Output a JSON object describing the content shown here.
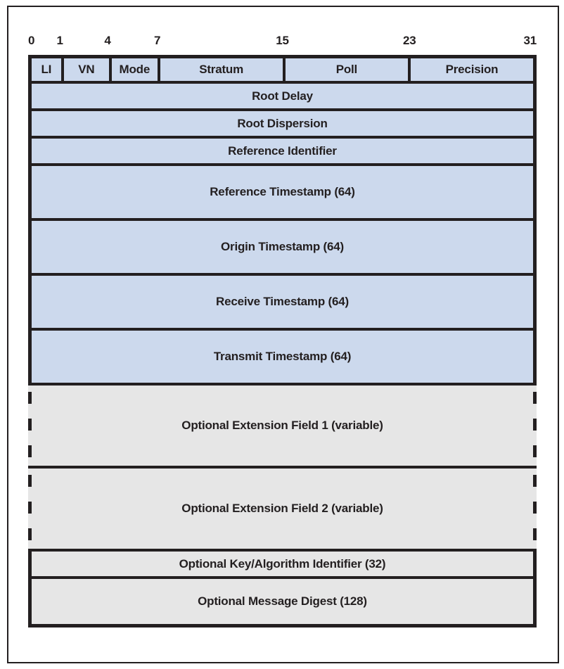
{
  "diagram": {
    "title_semantic": "NTP packet header format",
    "bit_labels": [
      "0",
      "1",
      "4",
      "7",
      "15",
      "23",
      "31"
    ],
    "top_fields": [
      "LI",
      "VN",
      "Mode",
      "Stratum",
      "Poll",
      "Precision"
    ],
    "rows": [
      "Root Delay",
      "Root Dispersion",
      "Reference Identifier",
      "Reference Timestamp (64)",
      "Origin Timestamp (64)",
      "Receive Timestamp (64)",
      "Transmit Timestamp (64)",
      "Optional Extension Field 1 (variable)",
      "Optional Extension Field 2 (variable)",
      "Optional Key/Algorithm Identifier (32)",
      "Optional Message Digest (128)"
    ],
    "colors": {
      "line": "#231f20",
      "required_fill": "#ccd9ed",
      "optional_fill": "#e6e6e6",
      "page_bg": "#ffffff"
    }
  }
}
